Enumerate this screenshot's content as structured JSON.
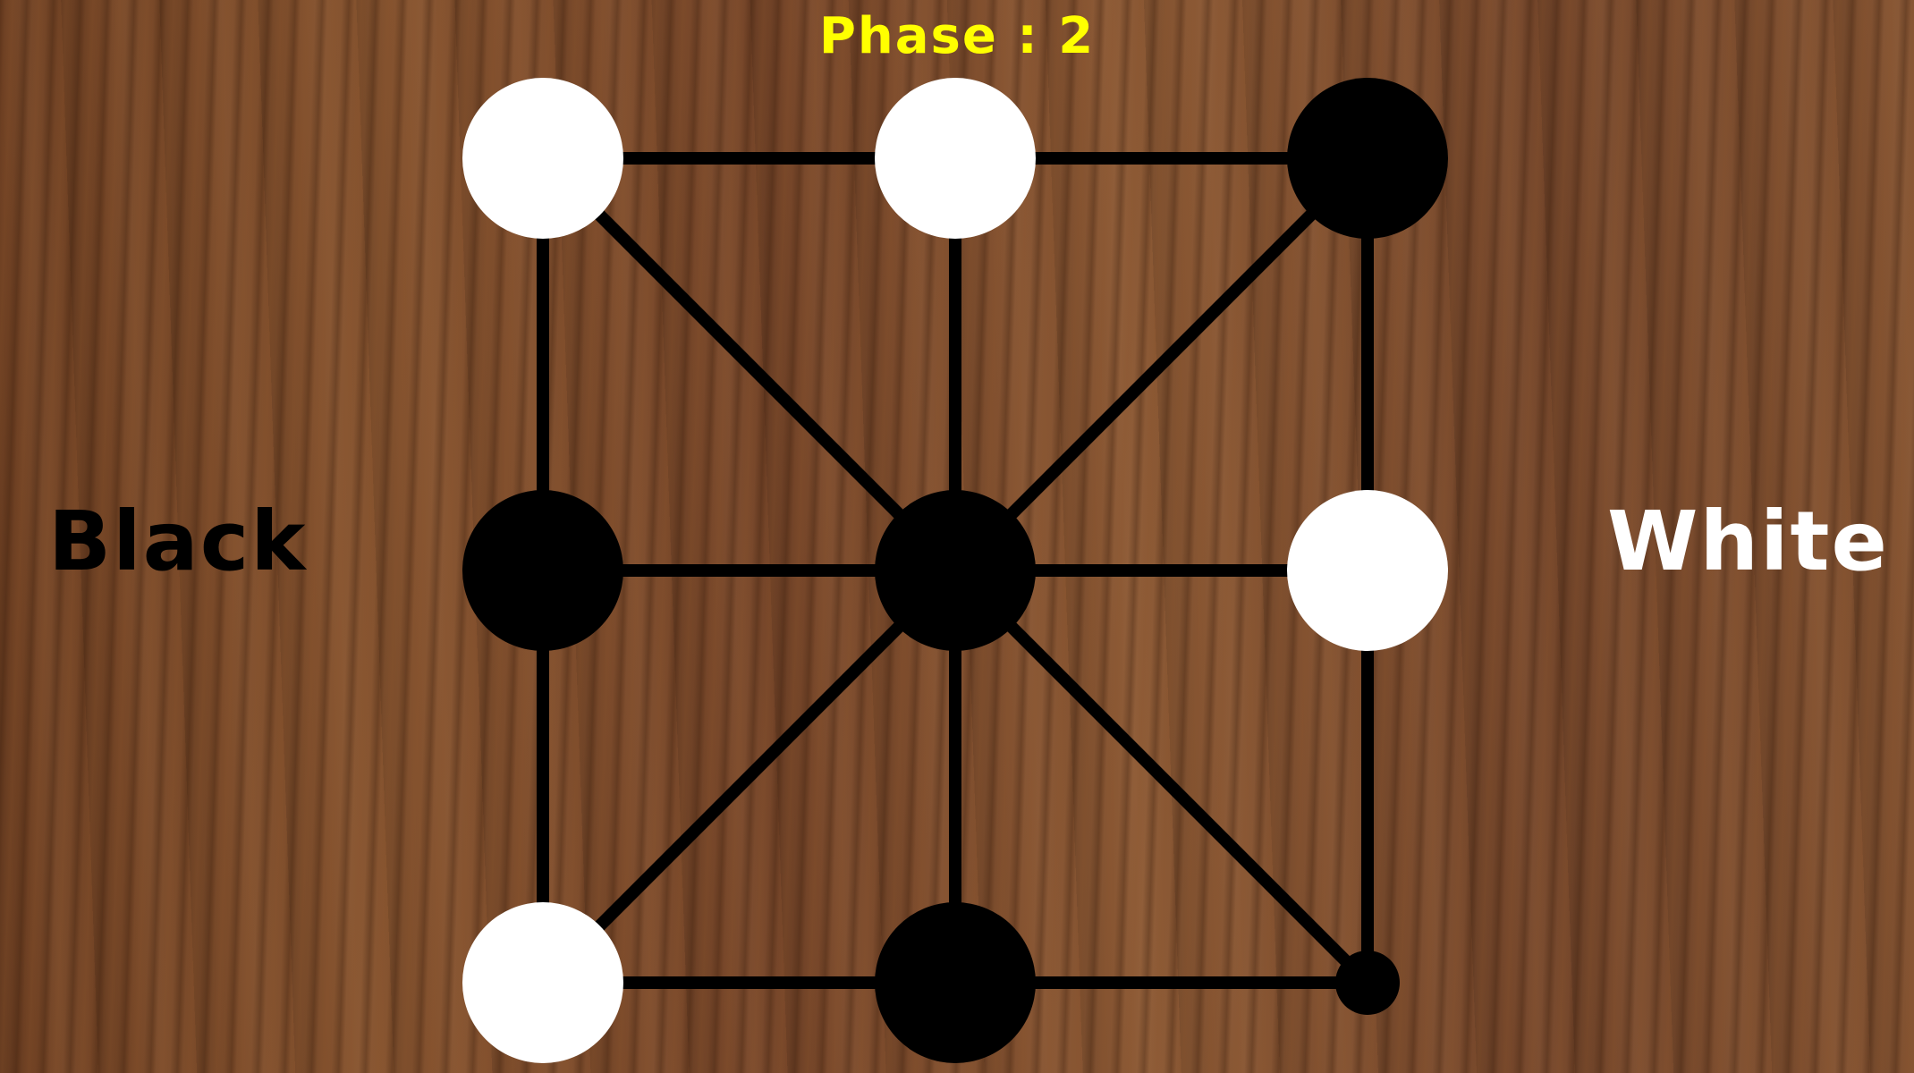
{
  "phase": {
    "label": "Phase : 2",
    "color": "#ffff00"
  },
  "players": {
    "black": {
      "label": "Black",
      "color": "#000000"
    },
    "white": {
      "label": "White",
      "color": "#ffffff"
    }
  },
  "board": {
    "rows": 3,
    "cols": 3,
    "line_color": "#000000",
    "points": [
      {
        "row": 0,
        "col": 0,
        "piece": "white"
      },
      {
        "row": 0,
        "col": 1,
        "piece": "white"
      },
      {
        "row": 0,
        "col": 2,
        "piece": "black"
      },
      {
        "row": 1,
        "col": 0,
        "piece": "black"
      },
      {
        "row": 1,
        "col": 1,
        "piece": "black"
      },
      {
        "row": 1,
        "col": 2,
        "piece": "white"
      },
      {
        "row": 2,
        "col": 0,
        "piece": "white"
      },
      {
        "row": 2,
        "col": 1,
        "piece": "black"
      },
      {
        "row": 2,
        "col": 2,
        "piece": "empty"
      }
    ]
  }
}
